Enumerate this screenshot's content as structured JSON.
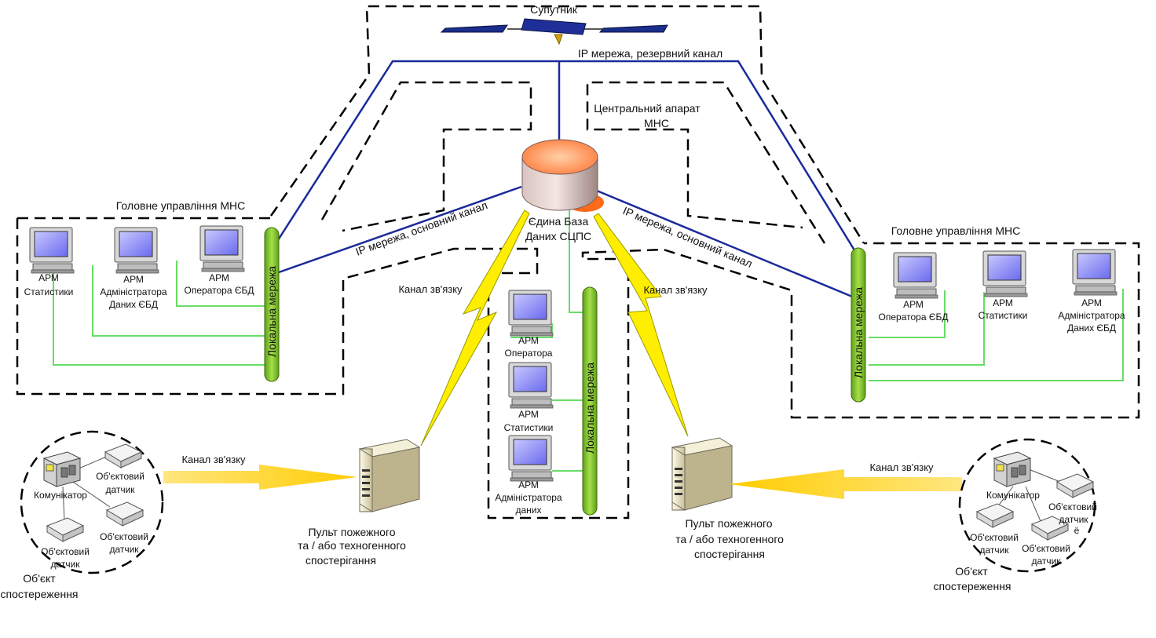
{
  "satellite": {
    "label": "Супутник"
  },
  "ip_reserve": {
    "label": "IP мережа, резервний канал"
  },
  "central": {
    "label_line1": "Центральний апарат",
    "label_line2": "МНС"
  },
  "database": {
    "label_line1": "Єдина База",
    "label_line2": "Даних СЦПС"
  },
  "ip_main_left": {
    "label": "IP мережа, основний канал"
  },
  "ip_main_right": {
    "label": "IP мережа, основний канал"
  },
  "left_office": {
    "title": "Головне управління МНС",
    "lan_label": "Локальна мережа",
    "workstations": [
      {
        "lines": [
          "АРМ",
          "Статистики"
        ]
      },
      {
        "lines": [
          "АРМ",
          "Адміністратора",
          "Даних ЄБД"
        ]
      },
      {
        "lines": [
          "АРМ",
          "Оператора ЄБД"
        ]
      }
    ]
  },
  "right_office": {
    "title": "Головне управління МНС",
    "lan_label": "Локальна мережа",
    "workstations": [
      {
        "lines": [
          "АРМ",
          "Оператора ЄБД"
        ]
      },
      {
        "lines": [
          "АРМ",
          "Статистики"
        ]
      },
      {
        "lines": [
          "АРМ",
          "Адміністратора",
          "Даних ЄБД"
        ]
      }
    ]
  },
  "center_office": {
    "lan_label": "Локальна мережа",
    "workstations": [
      {
        "lines": [
          "АРМ",
          "Оператора"
        ]
      },
      {
        "lines": [
          "АРМ",
          "Статистики"
        ]
      },
      {
        "lines": [
          "АРМ",
          "Адміністратора",
          "даних"
        ]
      }
    ]
  },
  "channels": {
    "left_lightning": "Канал зв'язку",
    "right_lightning": "Канал зв'язку",
    "left_arrow": "Канал зв'язку",
    "right_arrow": "Канал зв'язку"
  },
  "left_console": {
    "lines": [
      "Пульт пожежного",
      "та / або техногенного",
      "спостерігання"
    ]
  },
  "right_console": {
    "lines": [
      "Пульт пожежного",
      "та / або техногенного",
      "спостерігання"
    ]
  },
  "left_object": {
    "communicator": "Комунікатор",
    "sensor1": [
      "Об'єктовий",
      "датчик"
    ],
    "sensor2": [
      "Об'єктовий",
      "датчик"
    ],
    "sensor3": [
      "Об'єктовий",
      "датчик"
    ],
    "caption": [
      "Об'єкт",
      "спостереження"
    ]
  },
  "right_object": {
    "communicator": "Комунікатор",
    "sensor1": [
      "Об'єктовий",
      "датчик"
    ],
    "sensor1_extra": "ё",
    "sensor2": [
      "Об'єктовий",
      "датчик"
    ],
    "sensor3": [
      "Об'єктовий",
      "датчик"
    ],
    "caption": [
      "Об'єкт",
      "спостереження"
    ]
  },
  "colors": {
    "blue_line": "#1b2a9a",
    "green_line": "#66dd66",
    "lan_bar": "#77bb22",
    "lightning": "#ffee00",
    "arrow": "#ffcc00",
    "db_top": "#ff9966",
    "db_body": "#ccbbbb"
  },
  "icons": {
    "workstation": "computer-monitor-icon",
    "server": "server-tower-icon",
    "database": "database-cylinder-icon",
    "satellite": "satellite-icon",
    "sensor": "sensor-box-icon",
    "communicator": "communicator-device-icon"
  }
}
